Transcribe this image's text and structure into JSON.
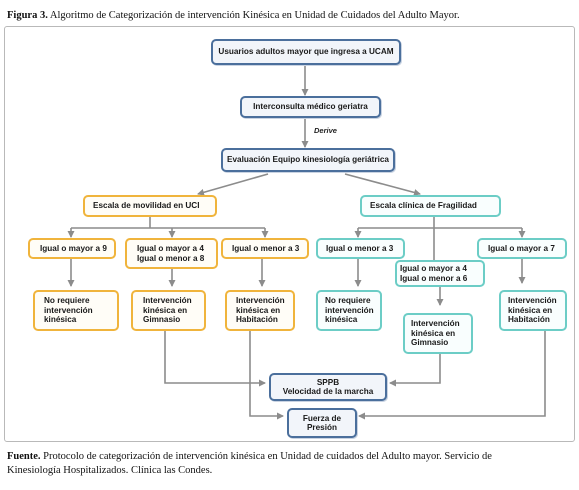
{
  "caption_top": {
    "label": "Figura 3.",
    "text": " Algoritmo de Categorización de intervención Kinésica en Unidad de Cuidados del Adulto Mayor."
  },
  "caption_bottom": {
    "label": "Fuente.",
    "line1": " Protocolo de categorización de intervención kinésica en Unidad de cuidados del Adulto mayor. Servicio de",
    "line2": "Kinesiología Hospitalizados. Clínica las Condes."
  },
  "nodes": {
    "ucam": "Usuarios adultos mayor que ingresa a UCAM",
    "interconsulta": "Interconsulta médico geriatra",
    "derive": "Derive",
    "evaluacion": "Evaluación  Equipo kinesiología geriátrica",
    "escala_uci": "Escala de movilidad en UCI",
    "escala_fragilidad": "Escala clínica de Fragilidad",
    "uci_ge9": "Igual o mayor a 9",
    "uci_mid_1": "Igual o mayor a 4",
    "uci_mid_2": "Igual o menor a 8",
    "uci_le3": "Igual o menor a 3",
    "fr_le3": "Igual o menor a 3",
    "fr_mid_1": "Igual o mayor a 4",
    "fr_mid_2": "Igual o menor a 6",
    "fr_ge7": "Igual o mayor a 7",
    "uci_no_1": "No requiere",
    "uci_no_2": "intervención",
    "uci_no_3": "kinésica",
    "uci_gim_1": "Intervención",
    "uci_gim_2": "kinésica en",
    "uci_gim_3": "Gimnasio",
    "uci_hab_1": "Intervención",
    "uci_hab_2": "kinésica en",
    "uci_hab_3": "Habitación",
    "fr_no_1": "No requiere",
    "fr_no_2": "intervención",
    "fr_no_3": "kinésica",
    "fr_gim_1": "Intervención",
    "fr_gim_2": "kinésica en",
    "fr_gim_3": "Gimnasio",
    "fr_hab_1": "Intervención",
    "fr_hab_2": "kinésica en",
    "fr_hab_3": "Habitación",
    "sppb_1": "SPPB",
    "sppb_2": "Velocidad de la marcha",
    "fuerza_1": "Fuerza de",
    "fuerza_2": "Presión"
  },
  "colors": {
    "blue": "#4b6f9c",
    "orange": "#f0b43c",
    "teal": "#6ccdc6",
    "arrow": "#8c8c8c"
  }
}
